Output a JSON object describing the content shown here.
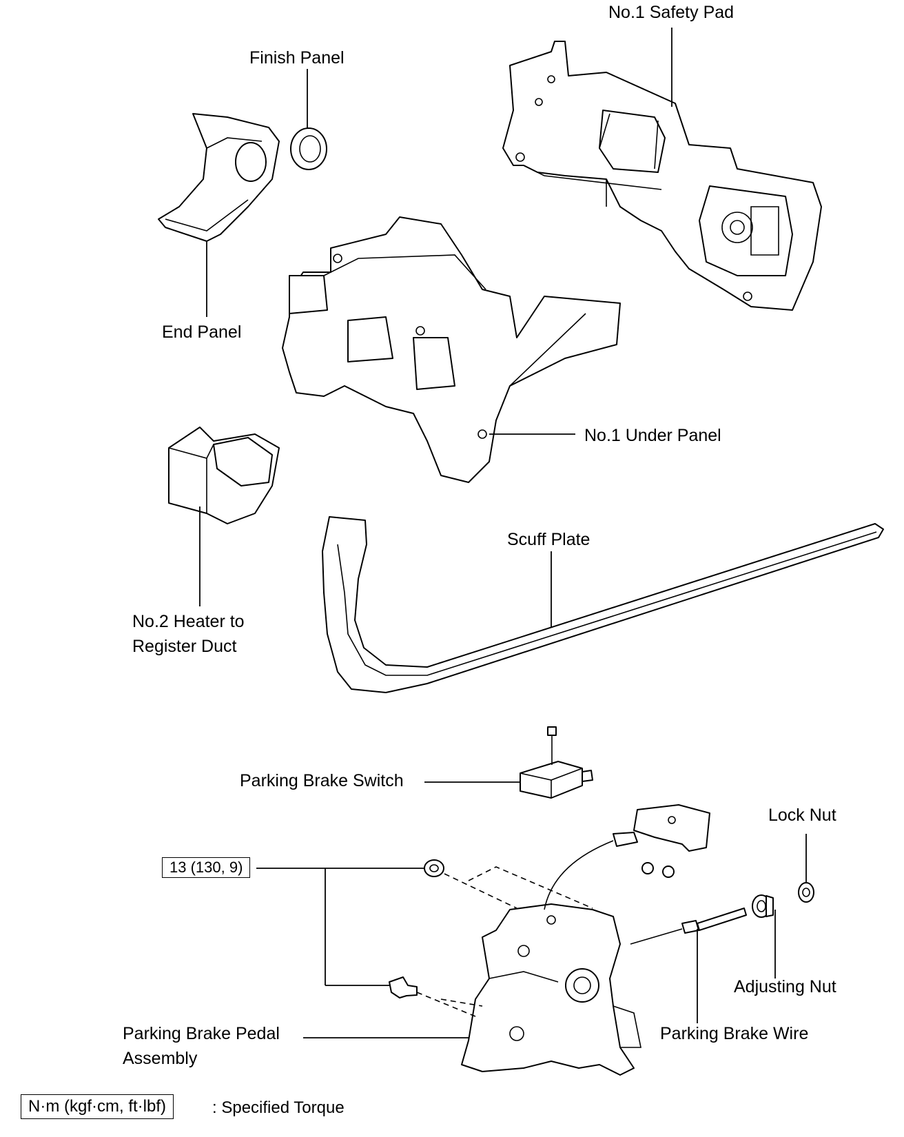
{
  "labels": {
    "safety_pad": "No.1 Safety Pad",
    "finish_panel": "Finish Panel",
    "end_panel": "End Panel",
    "under_panel": "No.1 Under Panel",
    "scuff_plate": "Scuff Plate",
    "duct_line1": "No.2 Heater to",
    "duct_line2": "Register Duct",
    "brake_switch": "Parking Brake Switch",
    "lock_nut": "Lock Nut",
    "adjusting_nut": "Adjusting Nut",
    "brake_wire": "Parking Brake Wire",
    "pedal_line1": "Parking Brake Pedal",
    "pedal_line2": "Assembly"
  },
  "torque": {
    "value": "13 (130, 9)"
  },
  "legend": {
    "unit_box": "N·m (kgf·cm, ft·lbf)",
    "meaning": ": Specified Torque"
  }
}
